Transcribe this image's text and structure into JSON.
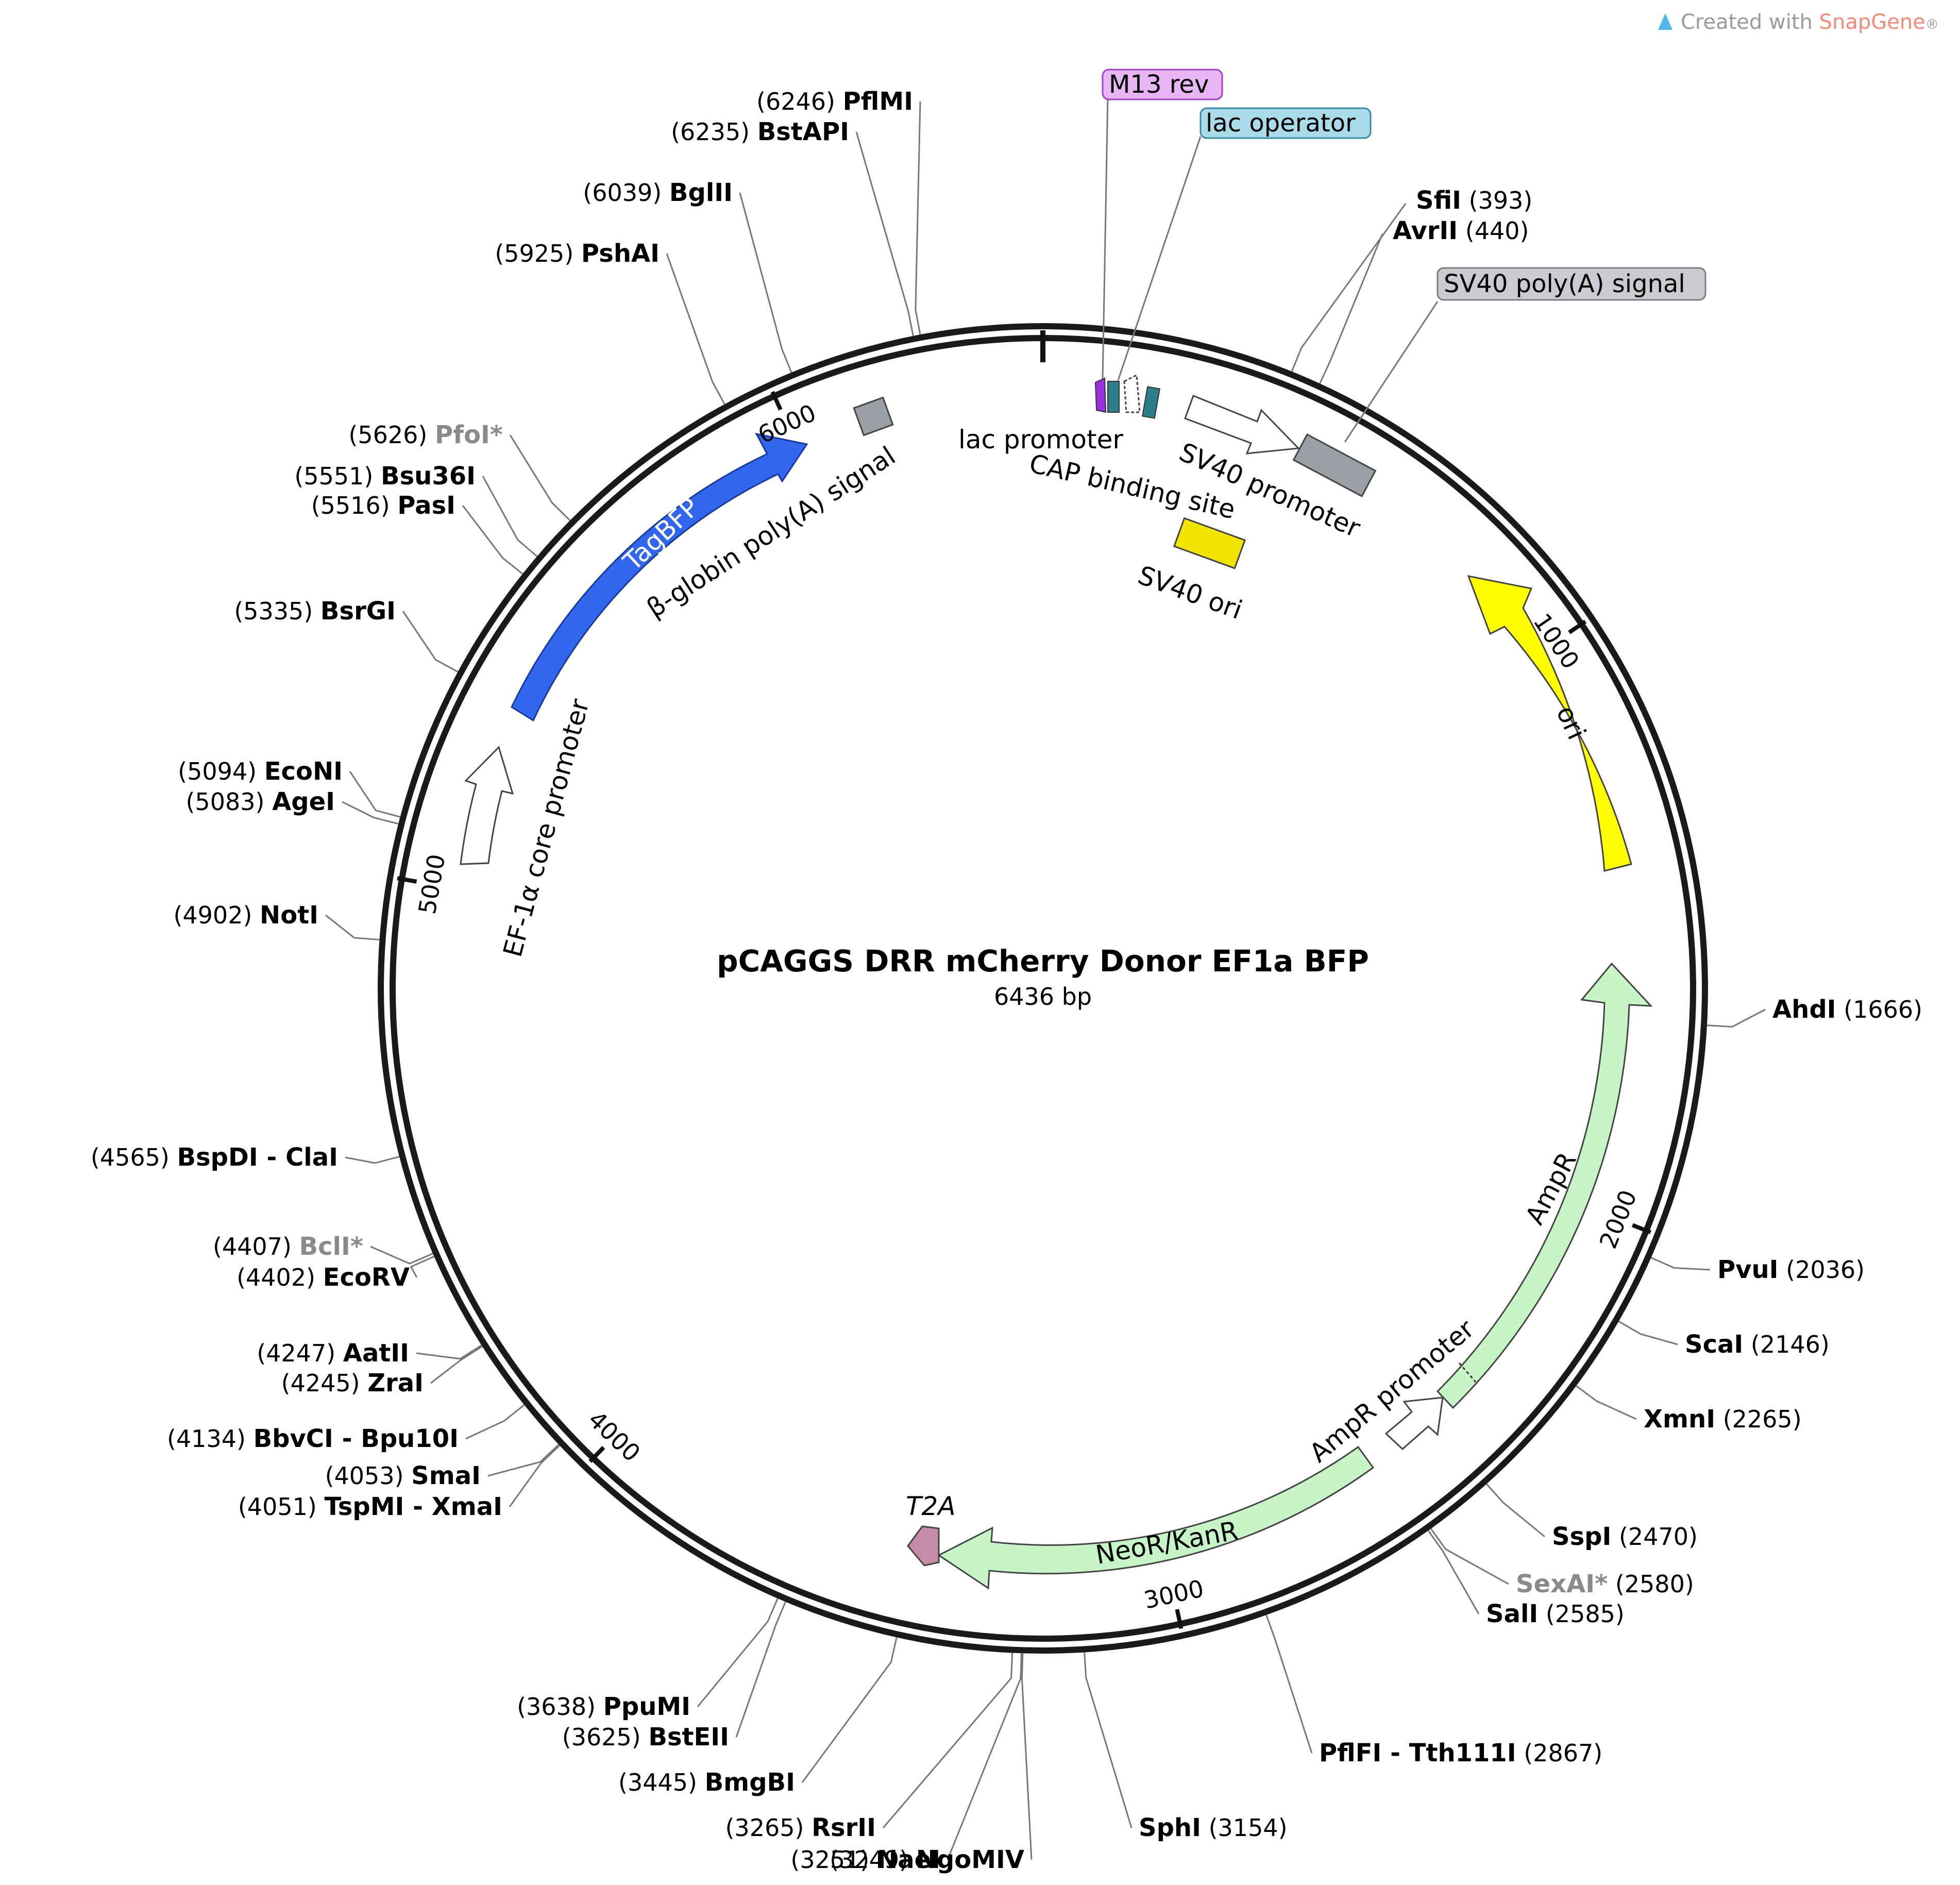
{
  "header": {
    "created_with": "Created with ",
    "brand": "SnapGene",
    "reg": "®"
  },
  "plasmid": {
    "name": "pCAGGS DRR mCherry Donor EF1a BFP",
    "size": "6436 bp",
    "length": 6436
  },
  "ticks": [
    {
      "pos": 0
    },
    {
      "pos": 1000,
      "label": "1000"
    },
    {
      "pos": 2000,
      "label": "2000"
    },
    {
      "pos": 3000,
      "label": "3000"
    },
    {
      "pos": 4000,
      "label": "4000"
    },
    {
      "pos": 5000,
      "label": "5000"
    },
    {
      "pos": 6000,
      "label": "6000"
    }
  ],
  "sites": [
    {
      "name": "SfiI",
      "pos": "(393)",
      "bp": 393
    },
    {
      "name": "AvrII",
      "pos": "(440)",
      "bp": 440
    },
    {
      "name": "AhdI",
      "pos": "(1666)",
      "bp": 1666
    },
    {
      "name": "PvuI",
      "pos": "(2036)",
      "bp": 2036
    },
    {
      "name": "ScaI",
      "pos": "(2146)",
      "bp": 2146
    },
    {
      "name": "XmnI",
      "pos": "(2265)",
      "bp": 2265
    },
    {
      "name": "SspI",
      "pos": "(2470)",
      "bp": 2470
    },
    {
      "name": "SexAI*",
      "pos": "(2580)",
      "bp": 2580,
      "grey": true
    },
    {
      "name": "SalI",
      "pos": "(2585)",
      "bp": 2585
    },
    {
      "name": "PflFI - Tth111I",
      "pos": "(2867)",
      "bp": 2867
    },
    {
      "name": "SphI",
      "pos": "(3154)",
      "bp": 3154
    },
    {
      "name": "NgoMIV",
      "pos": "(3249)",
      "bp": 3249
    },
    {
      "name": "NaeI",
      "pos": "(3251)",
      "bp": 3251
    },
    {
      "name": "RsrII",
      "pos": "(3265)",
      "bp": 3265
    },
    {
      "name": "BmgBI",
      "pos": "(3445)",
      "bp": 3445
    },
    {
      "name": "BstEII",
      "pos": "(3625)",
      "bp": 3625
    },
    {
      "name": "PpuMI",
      "pos": "(3638)",
      "bp": 3638
    },
    {
      "name": "TspMI - XmaI",
      "pos": "(4051)",
      "bp": 4051
    },
    {
      "name": "SmaI",
      "pos": "(4053)",
      "bp": 4053
    },
    {
      "name": "BbvCI - Bpu10I",
      "pos": "(4134)",
      "bp": 4134
    },
    {
      "name": "ZraI",
      "pos": "(4245)",
      "bp": 4245
    },
    {
      "name": "AatII",
      "pos": "(4247)",
      "bp": 4247
    },
    {
      "name": "EcoRV",
      "pos": "(4402)",
      "bp": 4402
    },
    {
      "name": "BclI*",
      "pos": "(4407)",
      "bp": 4407,
      "grey": true
    },
    {
      "name": "BspDI - ClaI",
      "pos": "(4565)",
      "bp": 4565
    },
    {
      "name": "NotI",
      "pos": "(4902)",
      "bp": 4902
    },
    {
      "name": "AgeI",
      "pos": "(5083)",
      "bp": 5083
    },
    {
      "name": "EcoNI",
      "pos": "(5094)",
      "bp": 5094
    },
    {
      "name": "BsrGI",
      "pos": "(5335)",
      "bp": 5335
    },
    {
      "name": "PasI",
      "pos": "(5516)",
      "bp": 5516
    },
    {
      "name": "Bsu36I",
      "pos": "(5551)",
      "bp": 5551
    },
    {
      "name": "PfoI*",
      "pos": "(5626)",
      "bp": 5626,
      "grey": true
    },
    {
      "name": "PshAI",
      "pos": "(5925)",
      "bp": 5925
    },
    {
      "name": "BglII",
      "pos": "(6039)",
      "bp": 6039
    },
    {
      "name": "BstAPI",
      "pos": "(6235)",
      "bp": 6235
    },
    {
      "name": "PflMI",
      "pos": "(6246)",
      "bp": 6246
    }
  ],
  "features": [
    {
      "name": "TagBFP",
      "color": "#3366ee"
    },
    {
      "name": "EF-1α core promoter",
      "color": "#ffffff"
    },
    {
      "name": "β-globin poly(A) signal",
      "color": "#9aa0a6"
    },
    {
      "name": "lac promoter",
      "color": "#ffffff"
    },
    {
      "name": "CAP binding site",
      "color": "#2e7d8c"
    },
    {
      "name": "SV40 promoter",
      "color": "#ffffff"
    },
    {
      "name": "SV40 ori",
      "color": "#f2e600"
    },
    {
      "name": "ori",
      "color": "#ffff00"
    },
    {
      "name": "AmpR",
      "color": "#c8f5c8"
    },
    {
      "name": "AmpR promoter",
      "color": "#ffffff"
    },
    {
      "name": "NeoR/KanR",
      "color": "#c8f5c8"
    },
    {
      "name": "T2A",
      "color": "#c58ba8"
    }
  ],
  "boxed_labels": [
    {
      "name": "M13 rev",
      "color": "#e8b6f4"
    },
    {
      "name": "lac operator",
      "color": "#a9dbe9"
    },
    {
      "name": "SV40 poly(A) signal",
      "color": "#c9cbcf"
    }
  ]
}
